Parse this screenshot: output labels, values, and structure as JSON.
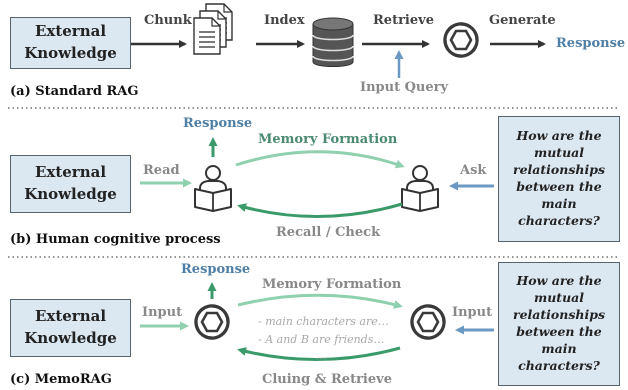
{
  "section_a": {
    "box": [
      "External",
      "Knowledge"
    ],
    "chunk": "Chunk",
    "index": "Index",
    "retrieve": "Retrieve",
    "generate": "Generate",
    "response": "Response",
    "input_query": "Input Query",
    "title": "(a) Standard RAG"
  },
  "section_b": {
    "box": [
      "External",
      "Knowledge"
    ],
    "read": "Read",
    "response": "Response",
    "memory_formation": "Memory Formation",
    "ask": "Ask",
    "recall_check": "Recall / Check",
    "question": "How are the mutual relationships between the main characters?",
    "title": "(b) Human cognitive process"
  },
  "section_c": {
    "box": [
      "External",
      "Knowledge"
    ],
    "input_left": "Input",
    "response": "Response",
    "memory_formation": "Memory Formation",
    "memory_lines": [
      "- main characters are…",
      "- A and B are friends…",
      "…"
    ],
    "input_right": "Input",
    "cluing_retrieve": "Cluing & Retrieve",
    "question": "How are the mutual relationships between the main characters?",
    "title": "(c) MemoRAG"
  },
  "colors": {
    "box_fill": "#dbe7f1",
    "green": "#3a9a6a",
    "light_green": "#8fd0ae",
    "blue": "#5b8cbc",
    "dark": "#333333"
  },
  "icons": [
    "document-stack-icon",
    "database-icon",
    "openai-logo-icon",
    "person-reading-icon"
  ]
}
